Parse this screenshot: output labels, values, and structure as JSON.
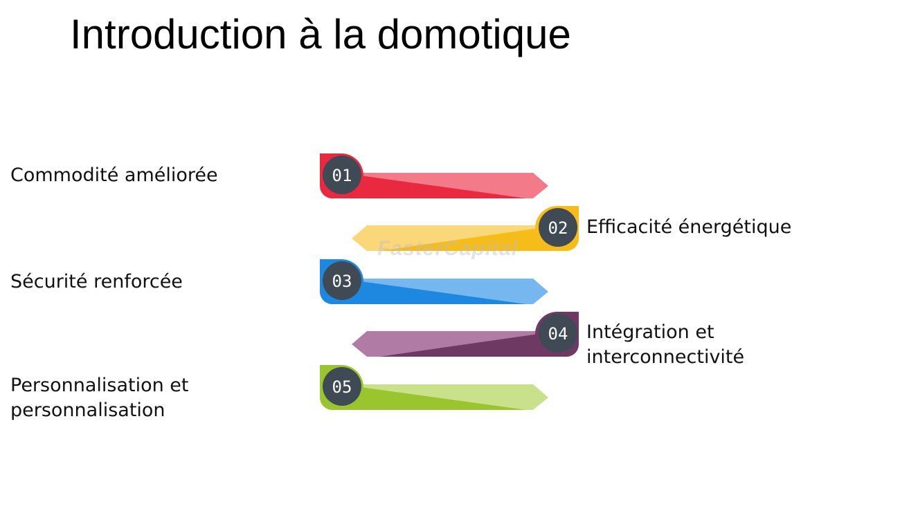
{
  "title": "Introduction à la domotique",
  "watermark": "FasterCapital",
  "steps": [
    {
      "number": "01",
      "label": [
        "Commodité améliorée"
      ],
      "color": "#e8293f",
      "light": "#f37a88"
    },
    {
      "number": "02",
      "label": [
        "Efficacité énergétique"
      ],
      "color": "#f6bc1a",
      "light": "#fad879"
    },
    {
      "number": "03",
      "label": [
        "Sécurité renforcée"
      ],
      "color": "#1e88e0",
      "light": "#77b7ef"
    },
    {
      "number": "04",
      "label": [
        "Intégration et",
        "interconnectivité"
      ],
      "color": "#6e3a63",
      "light": "#b07ca6"
    },
    {
      "number": "05",
      "label": [
        "Personnalisation et",
        "personnalisation"
      ],
      "color": "#9ac52f",
      "light": "#c8e18a"
    }
  ],
  "badge_color": "#3f4a55"
}
